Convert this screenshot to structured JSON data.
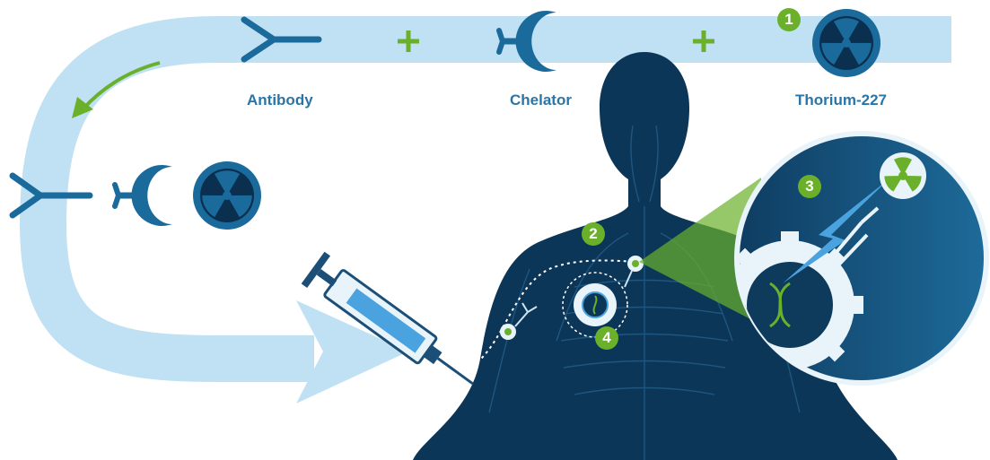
{
  "labels": {
    "antibody": "Antibody",
    "chelator": "Chelator",
    "thorium": "Thorium-227"
  },
  "steps": [
    "1",
    "2",
    "3",
    "4"
  ],
  "colors": {
    "flow": "#bfe1f3",
    "navy": "#0e3a5c",
    "body": "#0c3657",
    "label": "#2a75a8",
    "green": "#6ab02b",
    "accent_blue": "#4aa3df"
  },
  "icons": [
    "antibody-icon",
    "chelator-icon",
    "radiation-icon",
    "syringe-icon",
    "cancer-cell-icon",
    "dna-icon",
    "lightning-icon",
    "plus-icon",
    "arrow-icon"
  ]
}
